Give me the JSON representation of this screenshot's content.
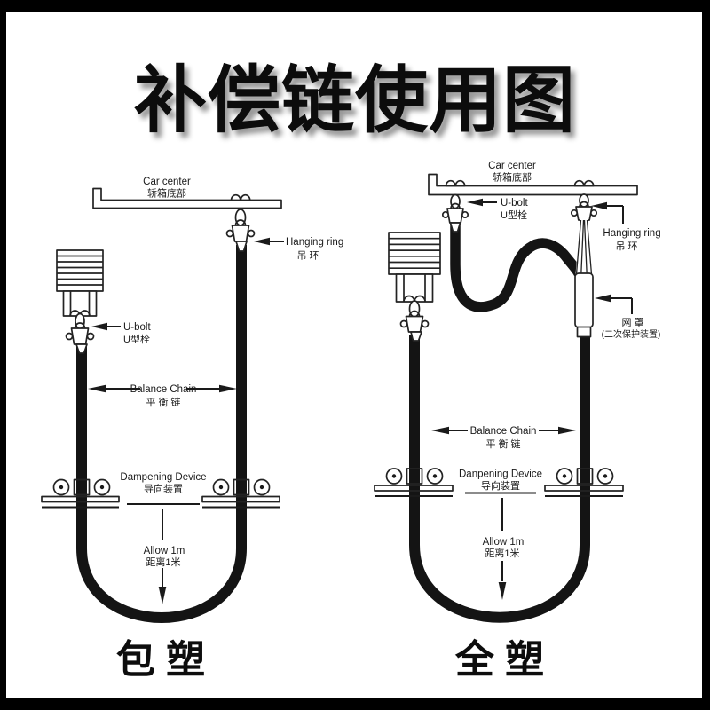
{
  "colors": {
    "background": "#ffffff",
    "frame": "#000000",
    "line_ink": "#232323",
    "chain": "#141414",
    "text": "#1a1a1a"
  },
  "title": {
    "text": "补偿链使用图"
  },
  "left_diagram": {
    "caption": "包 塑",
    "labels": {
      "car_center_en": "Car center",
      "car_center_zh": "轿箱底部",
      "hanging_ring_en": "Hanging ring",
      "hanging_ring_zh": "吊 环",
      "u_bolt_en": "U-bolt",
      "u_bolt_zh": "U型栓",
      "balance_chain_en": "Balance Chain",
      "balance_chain_zh": "平 衡 链",
      "dampening_en": "Dampening Device",
      "dampening_zh": "导向装置",
      "allow_en": "Allow 1m",
      "allow_zh": "距离1米"
    }
  },
  "right_diagram": {
    "caption": "全 塑",
    "labels": {
      "car_center_en": "Car center",
      "car_center_zh": "轿箱底部",
      "u_bolt_en": "U-bolt",
      "u_bolt_zh": "U型栓",
      "hanging_ring_en": "Hanging ring",
      "hanging_ring_zh": "吊 环",
      "net_cover_zh": "网 罩",
      "net_cover_sub_zh": "(二次保护装置)",
      "balance_chain_en": "Balance Chain",
      "balance_chain_zh": "平 衡 链",
      "dampening_en": "Danpening Device",
      "dampening_zh": "导向装置",
      "allow_en": "Allow 1m",
      "allow_zh": "距离1米"
    }
  }
}
